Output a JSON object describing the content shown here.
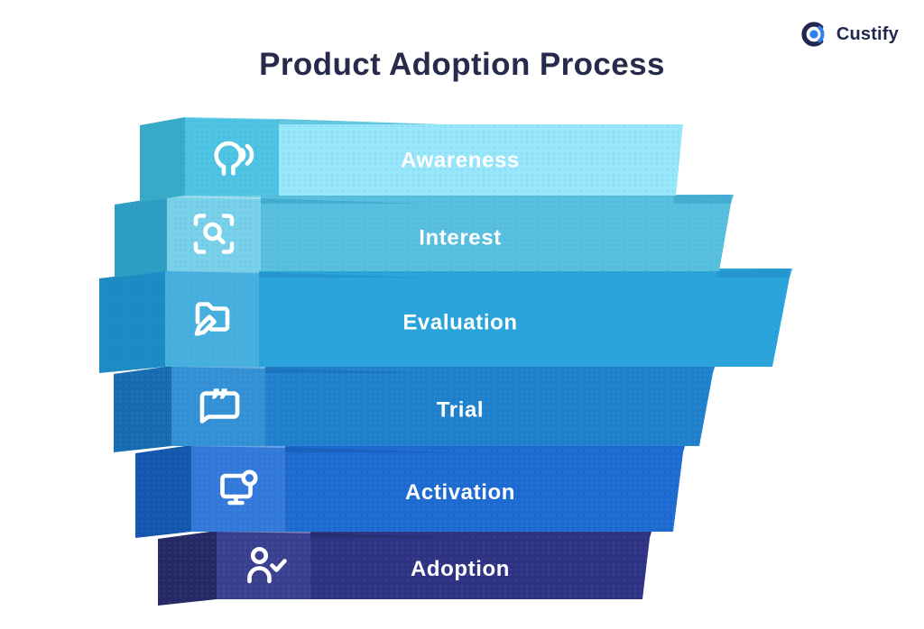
{
  "title": "Product Adoption Process",
  "brand": {
    "name": "Custify",
    "logo_icon": "custify-logo-icon",
    "text_color": "#23284E",
    "ring_color": "#23284E",
    "accent_color": "#2F80ED"
  },
  "colors": {
    "background": "#FFFFFF",
    "title_text": "#272B4B",
    "stage_label_text": "#FFFFFF",
    "icon_stroke": "#FFFFFF"
  },
  "funnel": {
    "stages": [
      {
        "label": "Awareness",
        "icon": "speaking-head-icon",
        "main_color": "#98E6FA",
        "panel_color": "#4EC3E2",
        "side_color": "#38ABC9"
      },
      {
        "label": "Interest",
        "icon": "scan-search-icon",
        "main_color": "#58BFDF",
        "panel_color": "#79D0E9",
        "side_color": "#2E9EC4"
      },
      {
        "label": "Evaluation",
        "icon": "folder-edit-icon",
        "main_color": "#2BA3DB",
        "panel_color": "#47B0DF",
        "side_color": "#1E8CC4"
      },
      {
        "label": "Trial",
        "icon": "testimonial-bubble-icon",
        "main_color": "#1F80CB",
        "panel_color": "#3390D4",
        "side_color": "#176CB0"
      },
      {
        "label": "Activation",
        "icon": "monitor-notification-icon",
        "main_color": "#1D6BD1",
        "panel_color": "#3379DA",
        "side_color": "#1556AE"
      },
      {
        "label": "Adoption",
        "icon": "user-check-icon",
        "main_color": "#2E3384",
        "panel_color": "#3A4090",
        "side_color": "#252A66"
      }
    ]
  }
}
